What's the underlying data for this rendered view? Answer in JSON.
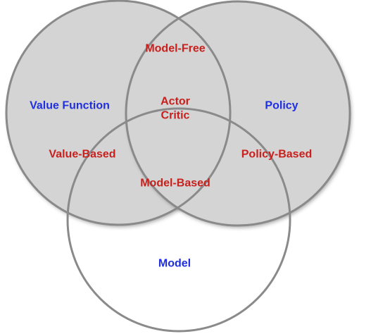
{
  "colors": {
    "circle_fill": "#d4d4d4",
    "circle_stroke": "#8a8a8a",
    "set_label": "#1f2fe0",
    "region_label": "#c8201c"
  },
  "sets": {
    "value_function": "Value Function",
    "policy": "Policy",
    "model": "Model"
  },
  "regions": {
    "model_free": "Model-Free",
    "actor": "Actor",
    "critic": "Critic",
    "value_based": "Value-Based",
    "policy_based": "Policy-Based",
    "model_based": "Model-Based"
  }
}
